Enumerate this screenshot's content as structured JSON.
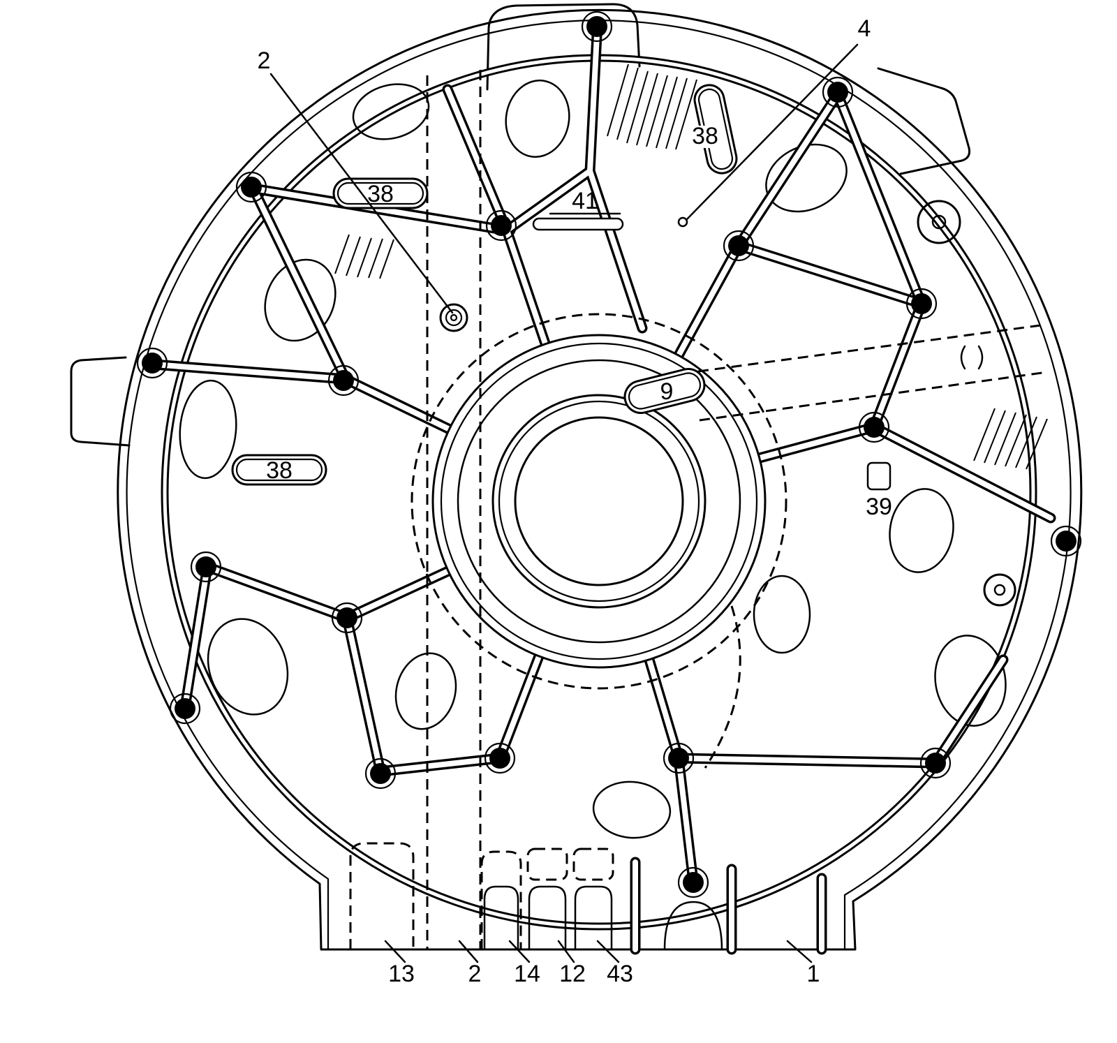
{
  "figure": {
    "background_color": "#ffffff",
    "line_color": "#000000"
  },
  "callouts": {
    "upper_2": "2",
    "item_4": "4",
    "slot_38_top_left": "38",
    "slot_38_top_right": "38",
    "slot_38_mid_left": "38",
    "item_41": "41",
    "item_9": "9",
    "item_39": "39",
    "bottom_13": "13",
    "bottom_2": "2",
    "bottom_14": "14",
    "bottom_12": "12",
    "bottom_43": "43",
    "bottom_1": "1"
  }
}
